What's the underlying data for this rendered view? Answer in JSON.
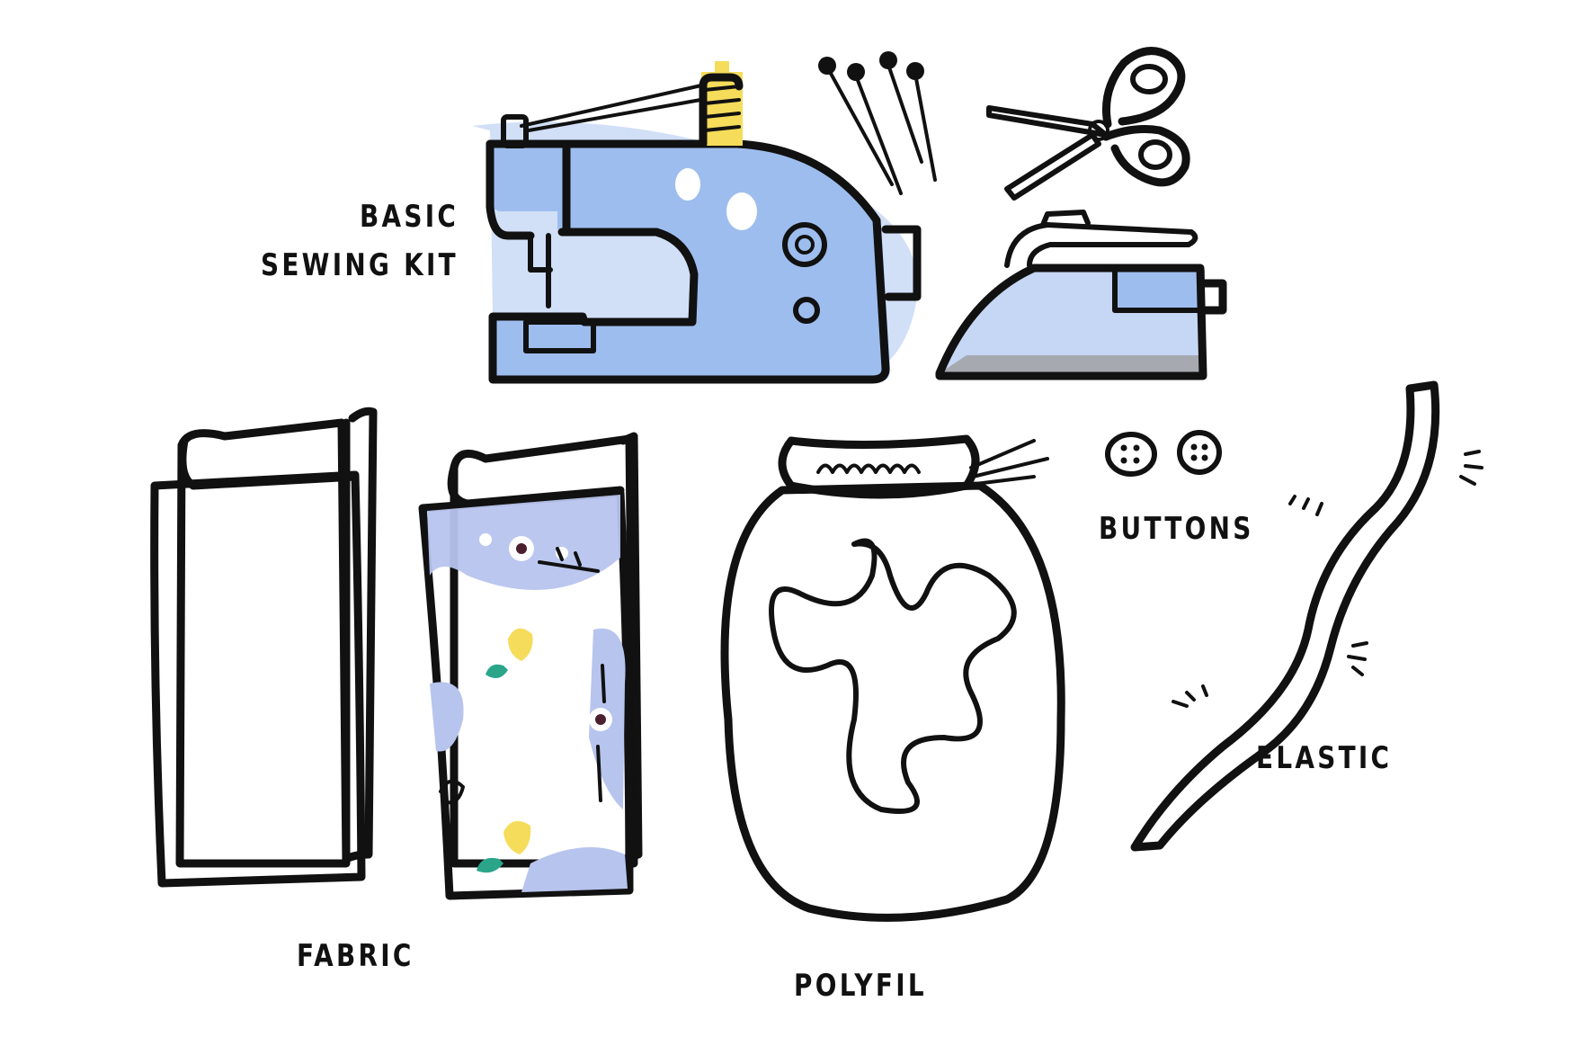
{
  "labels": {
    "sewing_kit_line1": "BASIC",
    "sewing_kit_line2": "SEWING KIT",
    "fabric": "FABRIC",
    "polyfil": "POLYFIL",
    "buttons": "BUTTONS",
    "elastic": "ELASTIC"
  },
  "colors": {
    "blue": "#9dbdee",
    "light_blue": "#c6d6f5",
    "lavender": "#b7c4ee",
    "yellow": "#f5dc5a",
    "teal": "#2aa58a",
    "gray": "#e4e4e4",
    "grey_steel": "#a7a9b1",
    "ink": "#111111"
  },
  "icons": [
    "sewing-machine-icon",
    "thread-spool-icon",
    "pins-icon",
    "scissors-icon",
    "iron-icon",
    "plain-fabric-icon",
    "patterned-fabric-icon",
    "polyfil-bag-icon",
    "button-icon",
    "elastic-icon"
  ]
}
